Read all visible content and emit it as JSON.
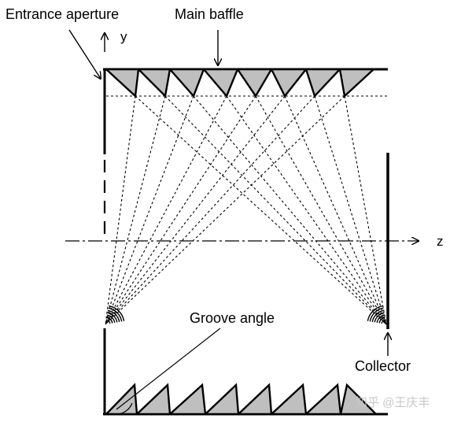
{
  "labels": {
    "entrance_aperture": "Entrance aperture",
    "main_baffle": "Main baffle",
    "y_axis": "y",
    "z_axis": "z",
    "groove_angle": "Groove angle",
    "collector": "Collector"
  },
  "watermark": "知乎 @王庆丰",
  "colors": {
    "line": "#000000",
    "groove_fill": "#bfbfbf",
    "background": "#ffffff"
  }
}
